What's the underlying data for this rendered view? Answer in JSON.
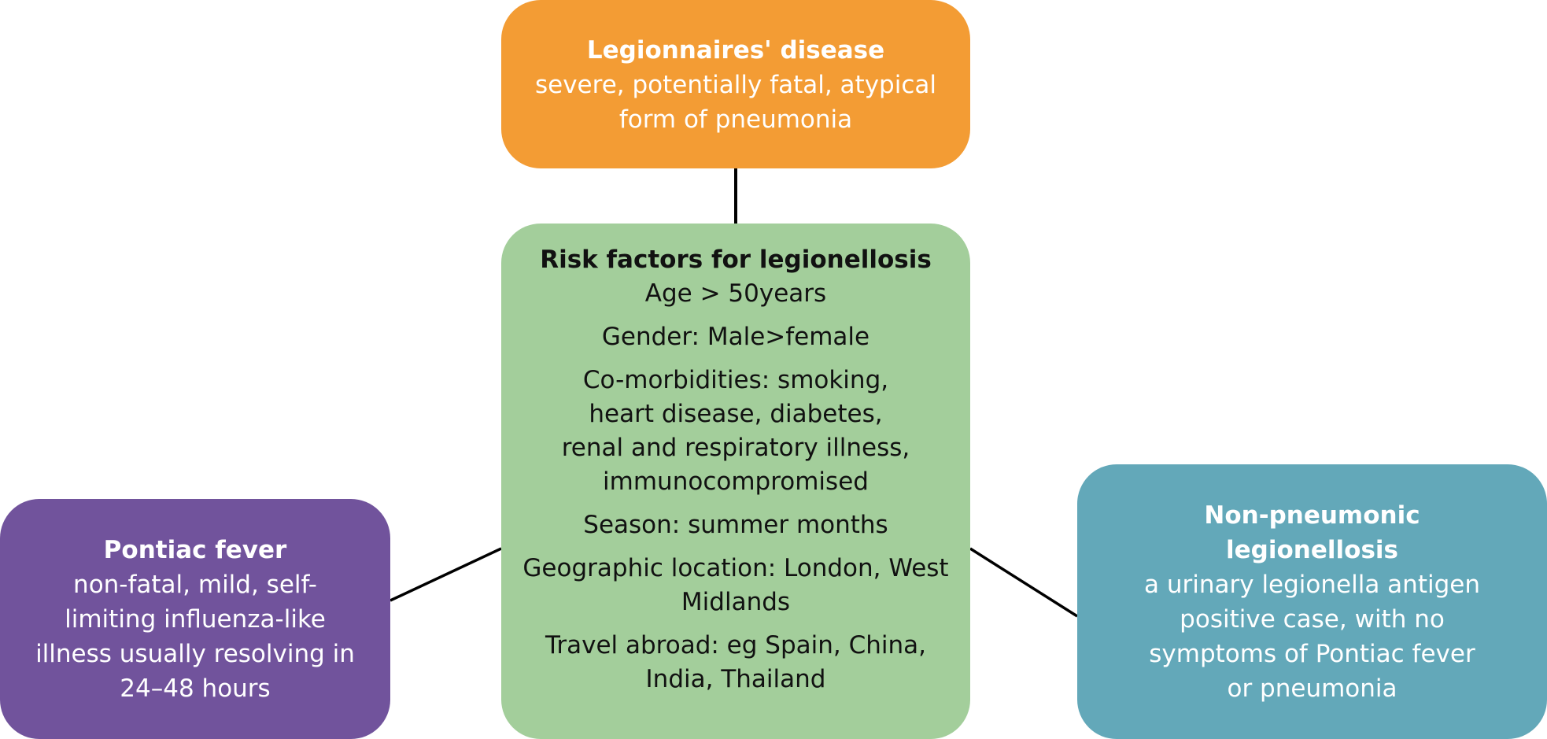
{
  "colors": {
    "top": "#f39c34",
    "center": "#a3ce9b",
    "left": "#71539c",
    "right": "#63a8b9",
    "connector": "#000000"
  },
  "top_box": {
    "title": "Legionnaires' disease",
    "lines": [
      "severe, potentially fatal, atypical",
      "form of pneumonia"
    ]
  },
  "center_box": {
    "title": "Risk factors for legionellosis",
    "age": "Age > 50years",
    "gender": "Gender: Male>female",
    "comorbidities": [
      "Co-morbidities: smoking,",
      "heart disease, diabetes,",
      "renal and respiratory illness,",
      "immunocompromised"
    ],
    "season": "Season: summer months",
    "geographic": [
      "Geographic location: London, West",
      "Midlands"
    ],
    "travel": [
      "Travel abroad: eg Spain, China,",
      "India, Thailand"
    ]
  },
  "left_box": {
    "title": "Pontiac fever",
    "lines": [
      "non-fatal, mild, self-",
      "limiting influenza-like",
      "illness usually resolving in",
      "24–48 hours"
    ]
  },
  "right_box": {
    "title_lines": [
      "Non-pneumonic",
      "legionellosis"
    ],
    "lines": [
      "a urinary legionella antigen",
      "positive case, with no",
      "symptoms of Pontiac fever",
      "or pneumonia"
    ]
  }
}
